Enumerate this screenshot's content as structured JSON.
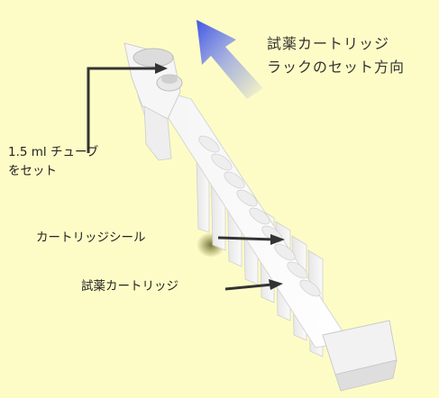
{
  "labels": {
    "direction_line1": "試薬カートリッジ",
    "direction_line2": "ラックのセット方向",
    "tube_line1": "1.5 ml チューブ",
    "tube_line2": "をセット",
    "seal": "カートリッジシール",
    "cartridge": "試薬カートリッジ"
  },
  "colors": {
    "background": "#fefcc6",
    "direction_arrow": "#4b62e6",
    "pointer": "#333333",
    "cartridge_body": "#ffffff"
  }
}
